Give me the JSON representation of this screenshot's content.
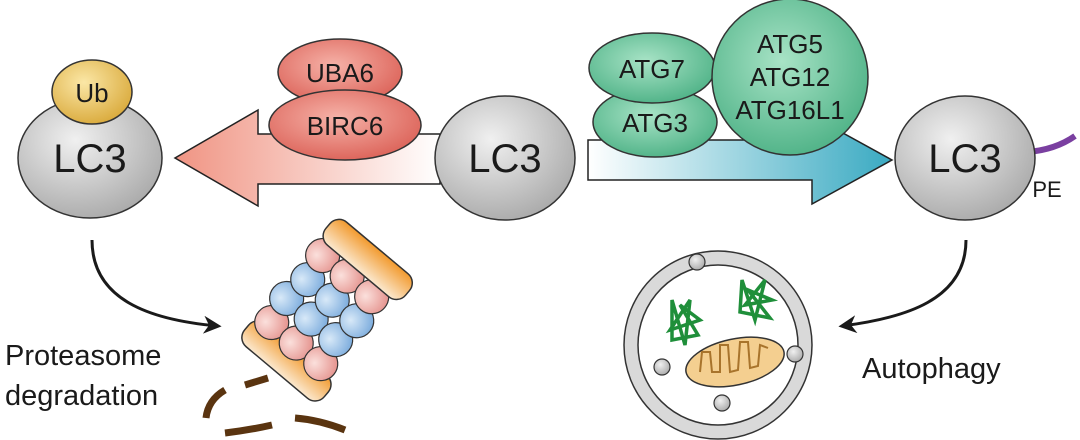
{
  "left": {
    "ub_label": "Ub",
    "lc3_label": "LC3",
    "enzymes": [
      "UBA6",
      "BIRC6"
    ],
    "outcome": [
      "Proteasome",
      "degradation"
    ]
  },
  "center": {
    "lc3_label": "LC3"
  },
  "right": {
    "enzymes": [
      "ATG7",
      "ATG3"
    ],
    "complex": [
      "ATG5",
      "ATG12",
      "ATG16L1"
    ],
    "lc3_label": "LC3",
    "lipid_label": "PE",
    "outcome": "Autophagy"
  },
  "colors": {
    "lc3": "#c9c9c9",
    "ub": "#e6b84a",
    "enzyme_red": "#e8736a",
    "enzyme_green": "#5fbf95",
    "arrow_left": "#f2a394",
    "arrow_right": "#4fb5c8",
    "pe": "#7a3fa0"
  }
}
